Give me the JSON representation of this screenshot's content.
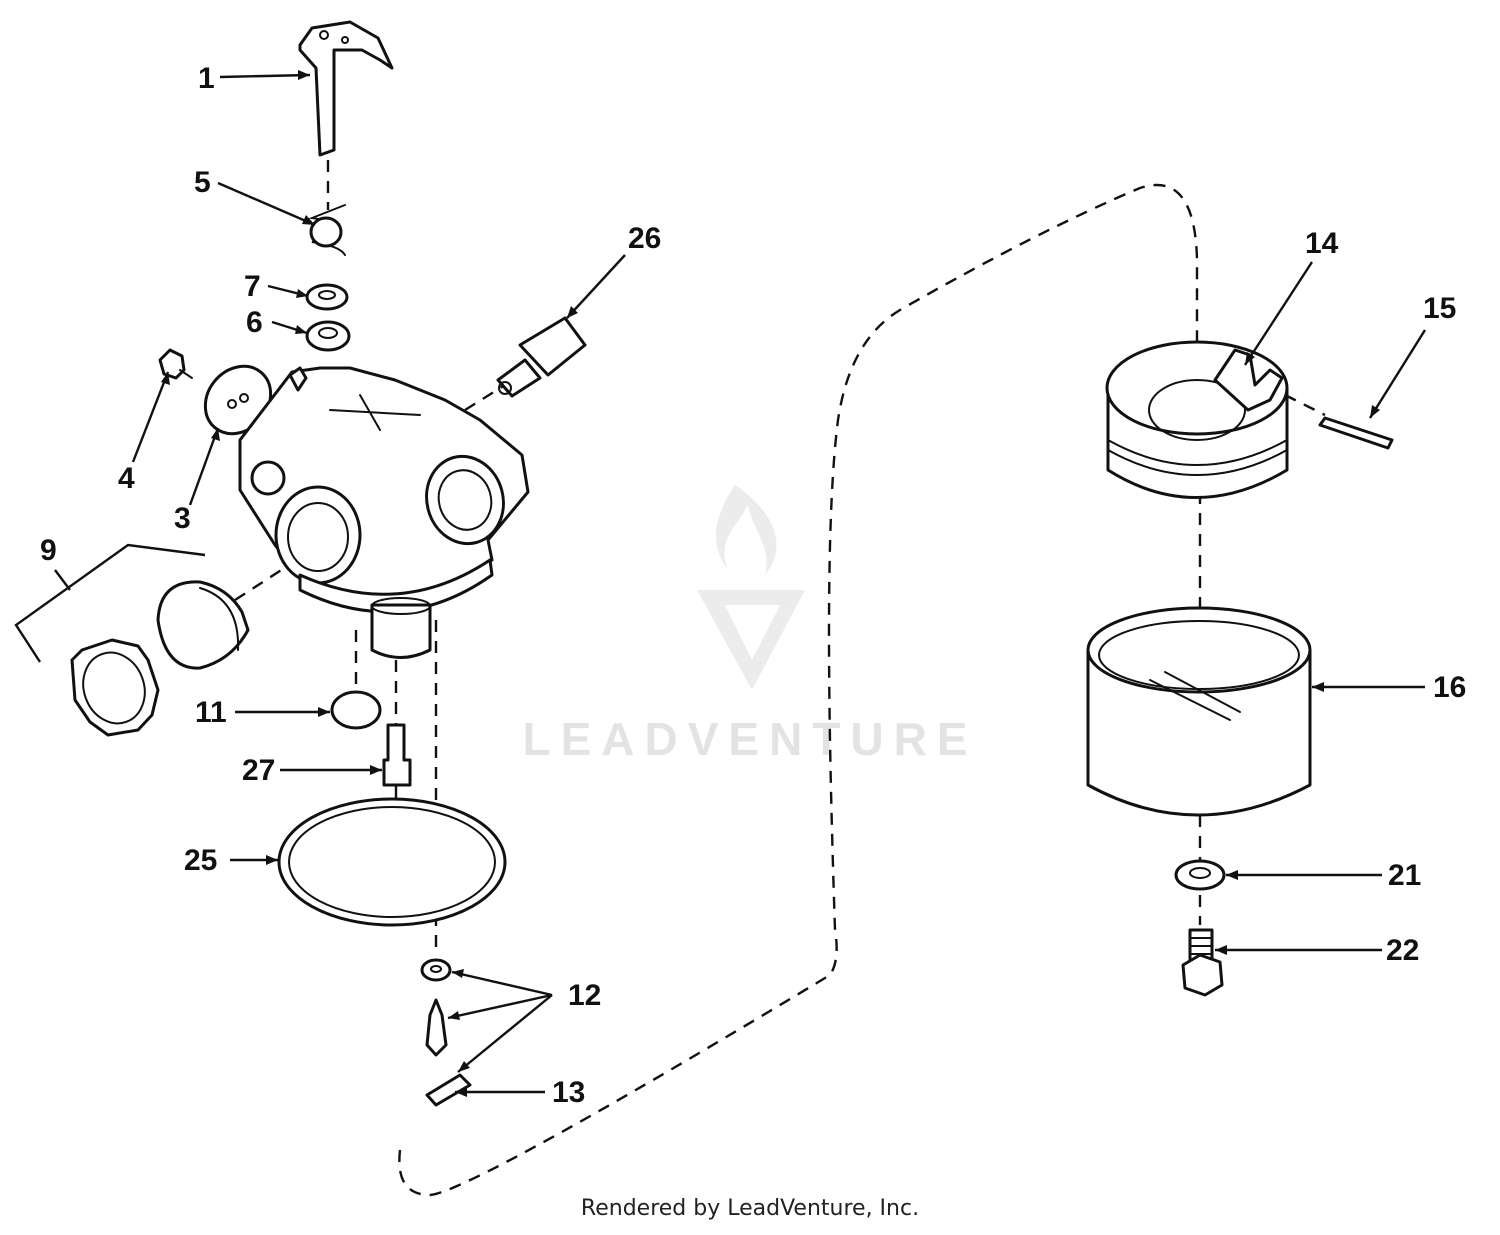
{
  "callouts": {
    "c1": "1",
    "c3": "3",
    "c4": "4",
    "c5": "5",
    "c6": "6",
    "c7": "7",
    "c9": "9",
    "c11": "11",
    "c12": "12",
    "c13": "13",
    "c14": "14",
    "c15": "15",
    "c16": "16",
    "c21": "21",
    "c22": "22",
    "c25": "25",
    "c26": "26",
    "c27": "27"
  },
  "watermark": {
    "brand": "LEADVENTURE",
    "icon": "flame-v-logo"
  },
  "footer": {
    "text": "Rendered by LeadVenture, Inc."
  }
}
